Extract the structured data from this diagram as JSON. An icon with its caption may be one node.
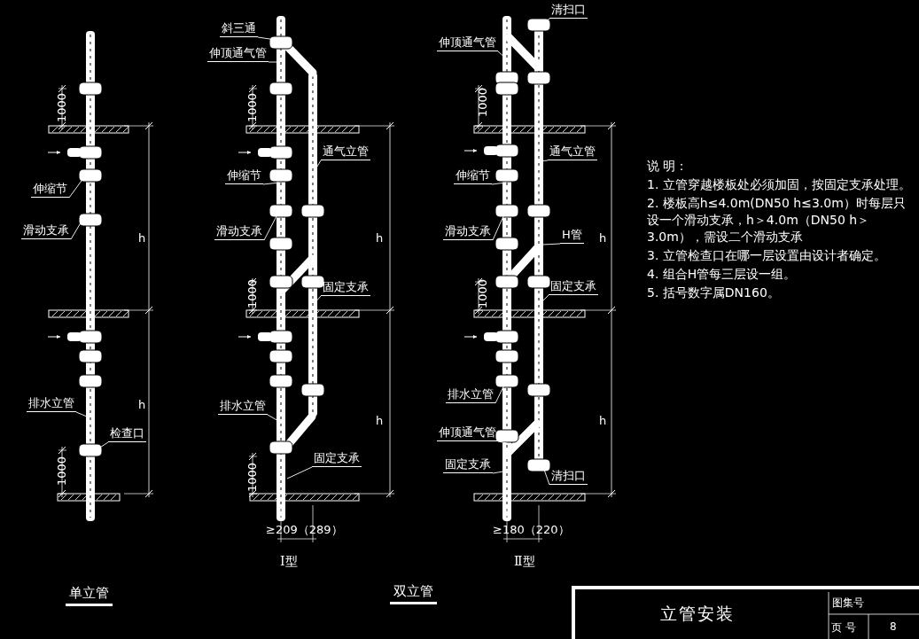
{
  "diagram": {
    "nodes": [
      {
        "text": [
          "伸缩节"
        ]
      },
      {
        "text": [
          "滑动支承"
        ]
      },
      {
        "text": [
          "排水立管"
        ]
      },
      {
        "text": [
          "检查口"
        ]
      },
      {
        "text": [
          "斜三通"
        ]
      },
      {
        "text": [
          "伸顶通气管"
        ]
      },
      {
        "text": [
          "通气立管"
        ]
      },
      {
        "text": [
          "伸缩节"
        ]
      },
      {
        "text": [
          "滑动支承"
        ]
      },
      {
        "text": [
          "固定支承"
        ]
      },
      {
        "text": [
          "排水立管"
        ]
      },
      {
        "text": [
          "固定支承"
        ]
      },
      {
        "text": [
          "清扫口"
        ]
      },
      {
        "text": [
          "伸顶通气管"
        ]
      },
      {
        "text": [
          "通气立管"
        ]
      },
      {
        "text": [
          "伸缩节"
        ]
      },
      {
        "text": [
          "滑动支承"
        ]
      },
      {
        "text": [
          "H管"
        ]
      },
      {
        "text": [
          "固定支承"
        ]
      },
      {
        "text": [
          "排水立管"
        ]
      },
      {
        "text": [
          "伸顶通气管"
        ]
      },
      {
        "text": [
          "固定支承"
        ]
      },
      {
        "text": [
          "清扫口"
        ]
      }
    ],
    "edges": [
      {
        "from": 0,
        "to": null,
        "arrow": "none"
      },
      {
        "from": 1,
        "to": null,
        "arrow": "none"
      },
      {
        "from": 2,
        "to": null,
        "arrow": "none"
      },
      {
        "from": 3,
        "to": null,
        "arrow": "none"
      },
      {
        "from": 4,
        "to": null,
        "arrow": "none"
      },
      {
        "from": 5,
        "to": null,
        "arrow": "none"
      },
      {
        "from": 6,
        "to": null,
        "arrow": "none"
      },
      {
        "from": 7,
        "to": null,
        "arrow": "none"
      },
      {
        "from": 8,
        "to": null,
        "arrow": "none"
      },
      {
        "from": 9,
        "to": null,
        "arrow": "none"
      },
      {
        "from": 10,
        "to": null,
        "arrow": "none"
      },
      {
        "from": 11,
        "to": null,
        "arrow": "none"
      },
      {
        "from": 12,
        "to": null,
        "arrow": "none"
      },
      {
        "from": 13,
        "to": null,
        "arrow": "none"
      },
      {
        "from": 14,
        "to": null,
        "arrow": "none"
      },
      {
        "from": 15,
        "to": null,
        "arrow": "none"
      },
      {
        "from": 16,
        "to": null,
        "arrow": "none"
      },
      {
        "from": 17,
        "to": null,
        "arrow": "none"
      },
      {
        "from": 18,
        "to": null,
        "arrow": "none"
      },
      {
        "from": 19,
        "to": null,
        "arrow": "none"
      },
      {
        "from": 20,
        "to": null,
        "arrow": "none"
      },
      {
        "from": 21,
        "to": null,
        "arrow": "none"
      },
      {
        "from": 22,
        "to": null,
        "arrow": "none"
      }
    ],
    "labels": [
      "1000",
      "h",
      "h",
      "1000",
      "1000",
      "1000",
      "h",
      "h",
      "1000",
      "1000",
      "1000",
      "h",
      "h",
      "≥209（289）",
      "Ⅰ型",
      "≥180（220）",
      "Ⅱ型",
      "说  明：",
      "1. 立管穿越楼板处必须加固，按固定支承处理。",
      "2. 楼板高h≤4.0m(DN50 h≤3.0m）时每层只设一个滑动支承，h＞4.0m（DN50 h＞3.0m），需设二个滑动支承",
      "3. 立管检查口在哪一层设置由设计者确定。",
      "4. 组合H管每三层设一组。",
      "5. 括号数字属DN160。",
      "单立管",
      "双立管",
      "立管安装",
      "图集号",
      "页  号",
      "8"
    ]
  }
}
